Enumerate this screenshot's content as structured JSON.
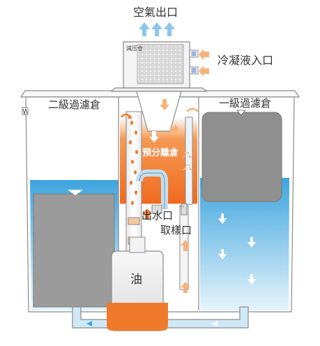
{
  "labels": {
    "air_outlet": "空氣出口",
    "condensate_inlet": "冷凝液入口",
    "secondary_filter": "二級過濾倉",
    "primary_filter": "一級過濾倉",
    "pre_separation": "預分離倉",
    "water_outlet": "出水口",
    "sampling_port": "取樣口",
    "oil": "油",
    "decompressor": "減压仓"
  },
  "colors": {
    "water_light": "#cfe8f6",
    "water_dark": "#3ea4de",
    "orange": "#f07a2c",
    "orange_light": "#fbd9b8",
    "arrow_blue": "#8cc7ea",
    "arrow_orange": "#f6b27a",
    "media_grey": "#9b9b9b",
    "outline": "#8a8a8a"
  }
}
